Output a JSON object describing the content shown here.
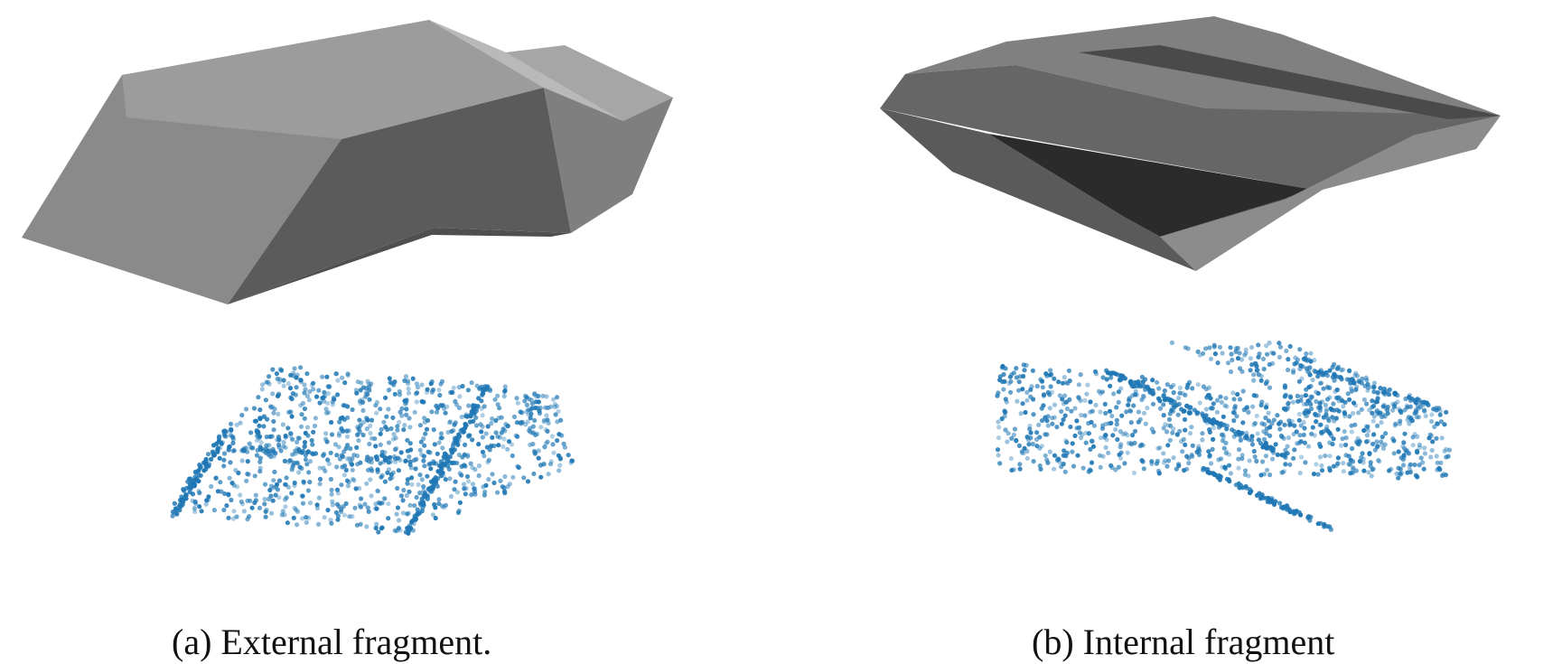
{
  "figure": {
    "subfigures": [
      {
        "id": "a",
        "caption_label": "(a)",
        "caption_text": "External fragment.",
        "mesh": {
          "colors": [
            "#8a8a8a",
            "#6e6e6e",
            "#5b5b5b",
            "#7f7f7f",
            "#9c9c9c",
            "#b9b9b9",
            "#a6a6a6",
            "#4f4f4f"
          ]
        },
        "point_cloud": {
          "color": "#1f77b4",
          "count": 950
        }
      },
      {
        "id": "b",
        "caption_label": "(b)",
        "caption_text": "Internal fragment",
        "mesh": {
          "colors": [
            "#666666",
            "#5a5a5a",
            "#737373",
            "#4a4a4a",
            "#2b2b2b",
            "#808080",
            "#8c8c8c",
            "#3a3a3a"
          ]
        },
        "point_cloud": {
          "color": "#1f77b4",
          "count": 1050
        }
      }
    ]
  }
}
